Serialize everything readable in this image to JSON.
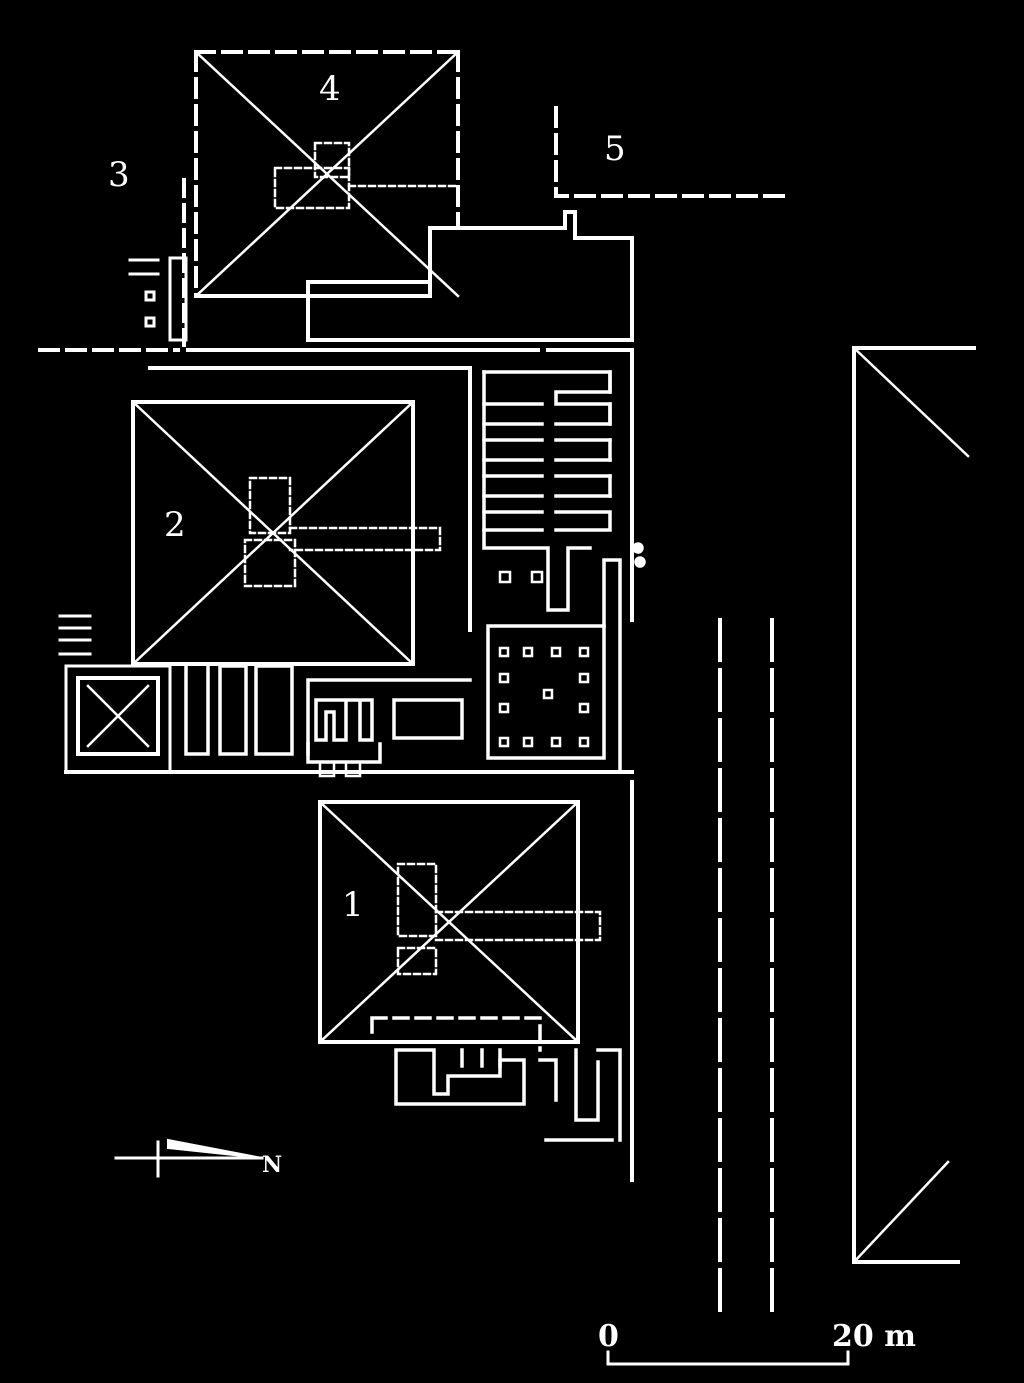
{
  "labels": {
    "structure_1": "1",
    "structure_2": "2",
    "structure_3": "3",
    "structure_4": "4",
    "structure_5": "5"
  },
  "north_arrow": {
    "label": "N"
  },
  "scale_bar": {
    "start_label": "0",
    "end_label": "20 m"
  },
  "colors": {
    "background": "#000000",
    "lines": "#ffffff"
  }
}
